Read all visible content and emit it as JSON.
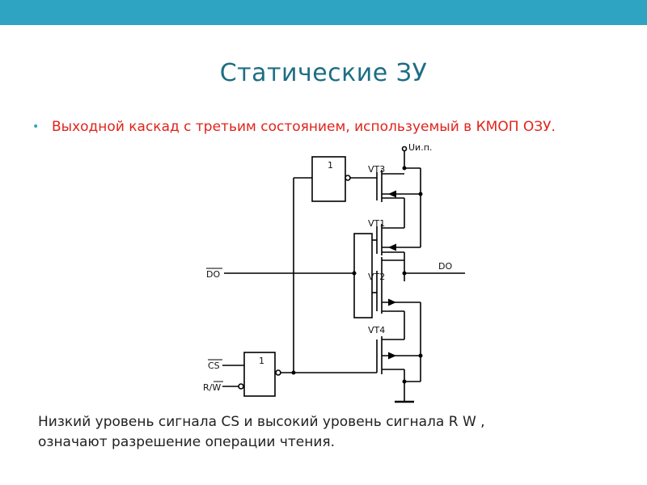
{
  "slide": {
    "title": "Статические ЗУ",
    "bullet": "Выходной каскад с третьим состоянием, используемый в КМОП ОЗУ.",
    "note_line1": "Низкий уровень сигнала CS и высокий уровень сигнала R W ,",
    "note_line2": "означают разрешение операции чтения."
  },
  "circuit": {
    "supply": "Uи.п.",
    "vt3": "VT3",
    "vt1": "VT1",
    "vt2": "VT2",
    "vt4": "VT4",
    "gate_top": "1",
    "gate_bottom": "1",
    "do_in": "DO",
    "do_out": "DO",
    "cs": "CS",
    "rw": "R/W"
  },
  "colors": {
    "header_bar": "#2ea3c2",
    "title": "#1d6e84",
    "bullet_text": "#e0241b"
  }
}
